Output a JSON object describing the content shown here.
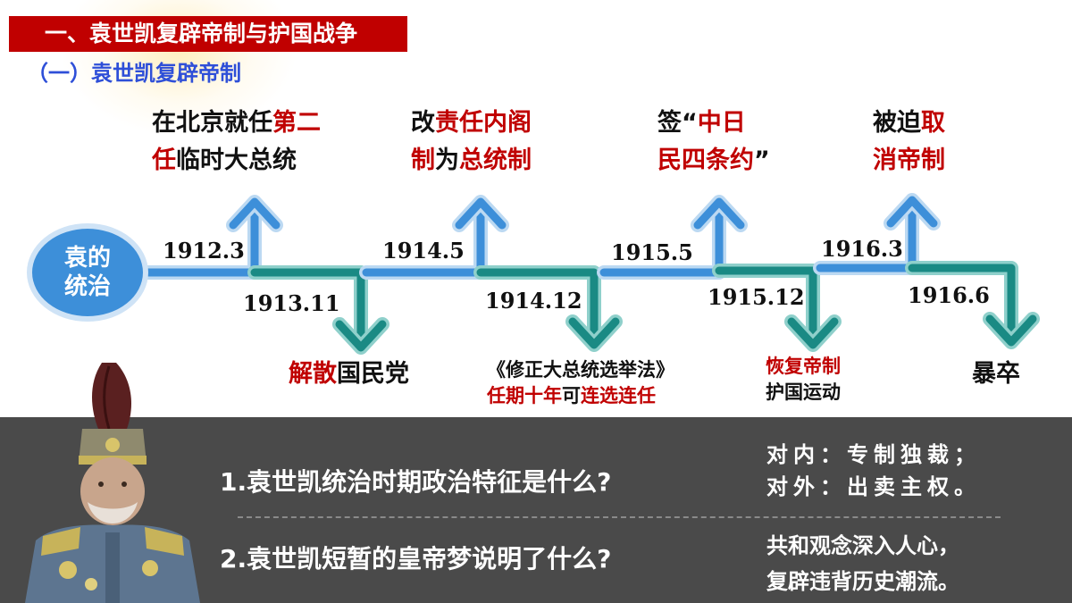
{
  "header": {
    "section_title": "一、袁世凯复辟帝制与护国战争",
    "subsection_title": "（一）袁世凯复辟帝制"
  },
  "timeline": {
    "center_label": "袁的统治",
    "nodes": [
      {
        "date": "1912.3",
        "direction": "up",
        "lines": [
          [
            {
              "text": "在北京就任",
              "red": false
            },
            {
              "text": "第二",
              "red": true
            }
          ],
          [
            {
              "text": "任",
              "red": true
            },
            {
              "text": "临时大总统",
              "red": false
            }
          ]
        ]
      },
      {
        "date": "1913.11",
        "direction": "down",
        "lines": [
          [
            {
              "text": "解散",
              "red": true
            },
            {
              "text": "国民党",
              "red": false
            }
          ]
        ]
      },
      {
        "date": "1914.5",
        "direction": "up",
        "lines": [
          [
            {
              "text": "改",
              "red": false
            },
            {
              "text": "责任内阁",
              "red": true
            }
          ],
          [
            {
              "text": "制",
              "red": true
            },
            {
              "text": "为",
              "red": false
            },
            {
              "text": "总统制",
              "red": true
            }
          ]
        ]
      },
      {
        "date": "1914.12",
        "direction": "down",
        "lines": [
          [
            {
              "text": "《修正大总统选举法》",
              "red": false
            }
          ],
          [
            {
              "text": "任期十年",
              "red": true
            },
            {
              "text": "可",
              "red": false
            },
            {
              "text": "连选连任",
              "red": true
            }
          ]
        ]
      },
      {
        "date": "1915.5",
        "direction": "up",
        "lines": [
          [
            {
              "text": "签“",
              "red": false
            },
            {
              "text": "中日",
              "red": true
            }
          ],
          [
            {
              "text": "民四条约",
              "red": true
            },
            {
              "text": "”",
              "red": false
            }
          ]
        ]
      },
      {
        "date": "1915.12",
        "direction": "down",
        "lines": [
          [
            {
              "text": "恢复帝制",
              "red": true
            }
          ],
          [
            {
              "text": "护国运动",
              "red": false
            }
          ]
        ]
      },
      {
        "date": "1916.3",
        "direction": "up",
        "lines": [
          [
            {
              "text": "被迫",
              "red": false
            },
            {
              "text": "取",
              "red": true
            }
          ],
          [
            {
              "text": "消帝制",
              "red": true
            }
          ]
        ]
      },
      {
        "date": "1916.6",
        "direction": "down",
        "lines": [
          [
            {
              "text": "暴卒",
              "red": false
            }
          ]
        ]
      }
    ]
  },
  "questions": [
    {
      "question": "1.袁世凯统治时期政治特征是什么?",
      "answer_lines": [
        "对内：专制独裁；",
        "对外：出卖主权。"
      ]
    },
    {
      "question": "2.袁世凯短暂的皇帝梦说明了什么?",
      "answer_lines": [
        "共和观念深入人心，",
        "复辟违背历史潮流。"
      ]
    }
  ],
  "colors": {
    "title_bar": "#c00000",
    "subtitle": "#2e4fd8",
    "up_arrow": "#3d8fd9",
    "down_arrow": "#1a8a84",
    "highlight": "#c00000",
    "panel": "#4a4a4a"
  }
}
